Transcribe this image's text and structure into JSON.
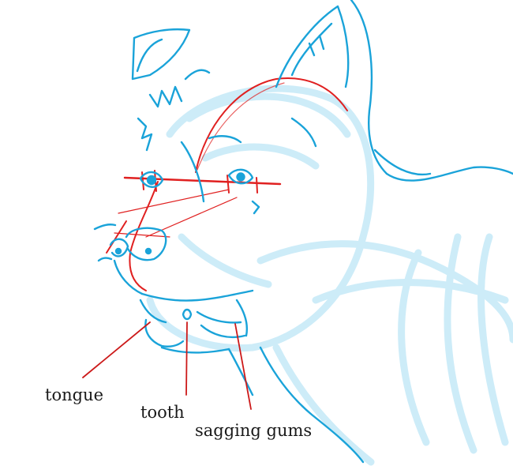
{
  "annotations": {
    "tongue": "tongue",
    "tooth": "tooth",
    "sagging_gums": "sagging gums"
  },
  "colors": {
    "sketch_blue": "#1aa3d9",
    "light_blue": "#bfe6f7",
    "guide_red": "#e02020",
    "leader_red": "#cc1a1a",
    "label_text": "#1a1a1a"
  }
}
